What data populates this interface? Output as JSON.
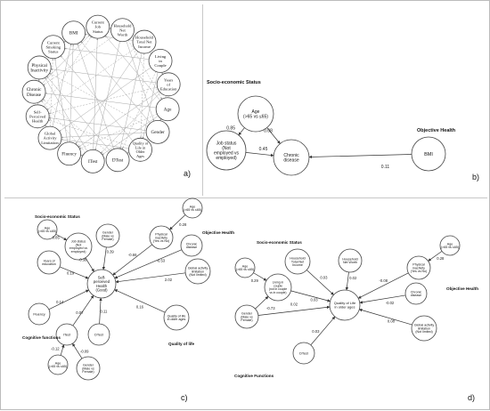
{
  "panel_labels": {
    "a": "a)",
    "b": "b)",
    "c": "c)",
    "d": "d)"
  },
  "panel_a": {
    "nodes": [
      [
        "Household",
        "Net",
        "Worth"
      ],
      [
        "Household",
        "Total Net",
        "Income"
      ],
      [
        "Living",
        "in",
        "Couple"
      ],
      [
        "Years",
        "of",
        "Education"
      ],
      [
        "Age"
      ],
      [
        "Gender"
      ],
      [
        "Quality of",
        "Life in",
        "Older",
        "Ages"
      ],
      [
        "DTest"
      ],
      [
        "ITest"
      ],
      [
        "Fluency"
      ],
      [
        "Global",
        "Activity",
        "Limitation"
      ],
      [
        "Self-",
        "Perceived",
        "Health"
      ],
      [
        "Chronic",
        "Disease"
      ],
      [
        "Physical",
        "Inactivity"
      ],
      [
        "Current",
        "Smoking",
        "Status"
      ],
      [
        "BMI"
      ],
      [
        "Current",
        "Job",
        "Status"
      ]
    ]
  },
  "panel_b": {
    "group_ses": "Socio-economic Status",
    "group_health": "Objective Health",
    "node_age": [
      "Age",
      "(>65 vs ≤65)"
    ],
    "node_job": [
      "Job status",
      "(Not",
      "employed vs",
      "employed)"
    ],
    "node_chronic": [
      "Chronic",
      "disease"
    ],
    "node_bmi": [
      "BMI"
    ],
    "w_age_job": "0.85",
    "w_age_chronic": "0.08",
    "w_job_chronic": "0.45",
    "w_bmi_chronic": "0.11"
  },
  "panel_c": {
    "group_ses": "Socio-economic Status",
    "group_health": "Objective Health",
    "group_cog": "Cognitive functions",
    "group_qol": "Quality of life",
    "center": [
      "Self-",
      "perceived",
      "Health",
      "(Good)"
    ],
    "n_age_top": [
      "Age",
      "(>65 vs ≤65)"
    ],
    "n_job": [
      "Job status",
      "(Not",
      "employed vs",
      "employed)"
    ],
    "n_gender_top": [
      "Gender",
      "(Male vs",
      "Female)"
    ],
    "n_years": [
      "Years of",
      "education"
    ],
    "n_age_right": [
      "Age",
      "(>65 vs ≤65)"
    ],
    "n_physical": [
      "Physical",
      "inactivity",
      "(Yes vs No)"
    ],
    "n_chronic": [
      "Chronic",
      "disease"
    ],
    "n_gal": [
      "Global activity",
      "limitation",
      "(Not limited)"
    ],
    "n_qol": [
      "Quality of life",
      "in older ages"
    ],
    "n_fluency": [
      "Fluency"
    ],
    "n_itest": [
      "ITest"
    ],
    "n_dtest": [
      "DTest"
    ],
    "n_age_bottom": [
      "Age",
      "(>65 vs ≤65)"
    ],
    "n_gender_bottom": [
      "Gender",
      "(Male vs",
      "Female)"
    ],
    "w": {
      "age_job": "0.85",
      "job_center": "-0.38",
      "gender_center": "0.39",
      "years_center": "0.19",
      "age_phys": "0.28",
      "phys_center": "-0.66",
      "chronic_center": "-0.53",
      "gal_center": "2.02",
      "qol_center": "0.16",
      "fluency_center": "0.14",
      "itest_center": "0.07",
      "dtest_center": "0.11",
      "age_itest": "-0.12",
      "gender_itest": "-0.09"
    }
  },
  "panel_d": {
    "group_ses": "Socio-economic Status",
    "group_health": "Objective Health",
    "group_cog": "Cognitive Functions",
    "center": [
      "Quality of Life",
      "in older ages"
    ],
    "n_age_left": [
      "Age",
      "(>65 vs ≤65)"
    ],
    "n_living": [
      "Living in",
      "couple",
      "(not in couple",
      "vs in couple)"
    ],
    "n_net_income": [
      "Household",
      "Total Net",
      "Income"
    ],
    "n_net_worth": [
      "Household",
      "Net Worth"
    ],
    "n_gender": [
      "Gender",
      "(Male vs",
      "Female)"
    ],
    "n_age_right": [
      "Age",
      "(>65 vs ≤65)"
    ],
    "n_physical": [
      "Physical",
      "inactivity",
      "(Yes vs No)"
    ],
    "n_chronic": [
      "Chronic",
      "disease"
    ],
    "n_gal": [
      "Global activity",
      "limitation",
      "(Not limited)"
    ],
    "n_dtest": [
      "DTest"
    ],
    "w": {
      "age_living": "0.29",
      "living_center": "0.03",
      "income_center": "0.03",
      "worth_center": "0.02",
      "gender_living": "-0.73",
      "gender_center": "0.02",
      "age_phys": "0.28",
      "phys_center": "-0.08",
      "chronic_center": "-0.02",
      "gal_center": "0.08",
      "dtest_center": "0.03"
    }
  }
}
